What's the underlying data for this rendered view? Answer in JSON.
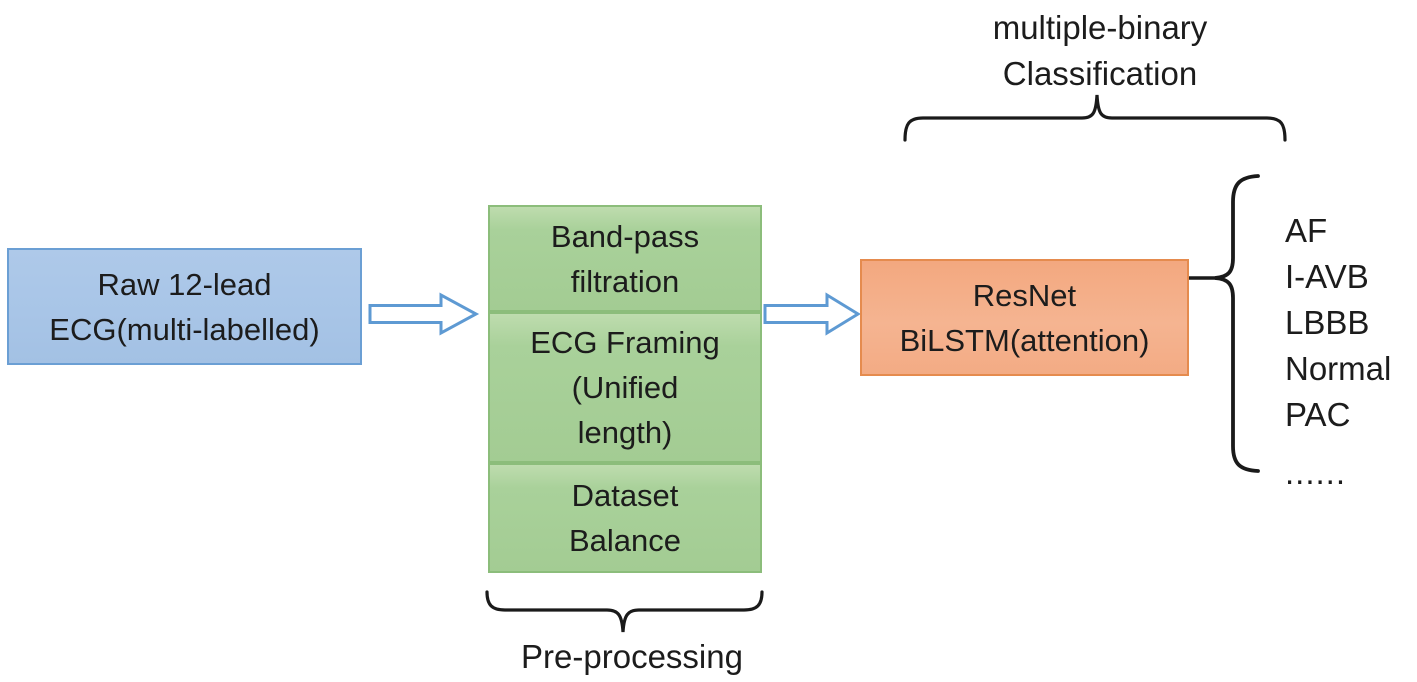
{
  "diagram": {
    "input_box": {
      "label": "Raw 12-lead\nECG(multi-labelled)"
    },
    "preprocessing": {
      "boxes": [
        {
          "label": "Band-pass\nfiltration"
        },
        {
          "label": "ECG Framing\n(Unified\nlength)"
        },
        {
          "label": "Dataset\nBalance"
        }
      ],
      "group_label": "Pre-processing"
    },
    "model_box": {
      "label": "ResNet\nBiLSTM(attention)"
    },
    "classification_label": "multiple-binary\nClassification",
    "outputs": [
      "AF",
      "I-AVB",
      "LBBB",
      "Normal",
      "PAC",
      "......"
    ],
    "colors": {
      "input_fill": "#A8C5E7",
      "input_border": "#6B9FD4",
      "process_fill": "#A8D099",
      "process_border": "#8CBD7B",
      "model_fill": "#F4AC84",
      "model_border": "#E58B4E",
      "arrow_stroke": "#5E9AD3",
      "line_color": "#1A1A1A"
    }
  }
}
